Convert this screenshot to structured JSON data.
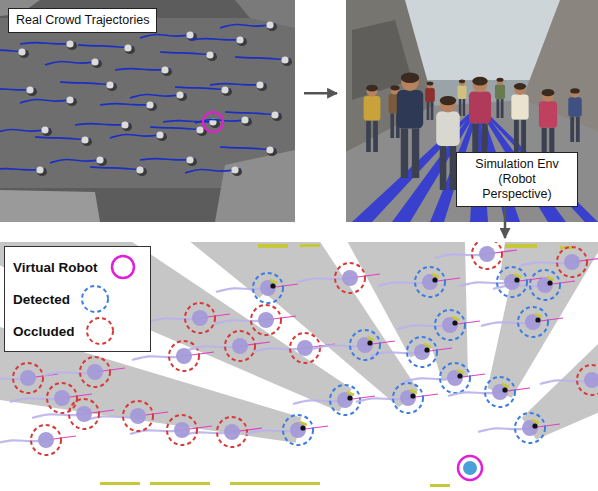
{
  "diagram": {
    "nodes": [
      {
        "text": [
          "Real Crowd Trajectories"
        ]
      },
      {
        "text": [
          "Simulation Env (Robot Perspective)"
        ]
      }
    ],
    "edges": [
      {
        "from": 0,
        "to": 1,
        "arrow": "to"
      }
    ],
    "legend": [
      {
        "text": "Virtual Robot"
      },
      {
        "text": "Detected"
      },
      {
        "text": "Occluded"
      }
    ]
  }
}
